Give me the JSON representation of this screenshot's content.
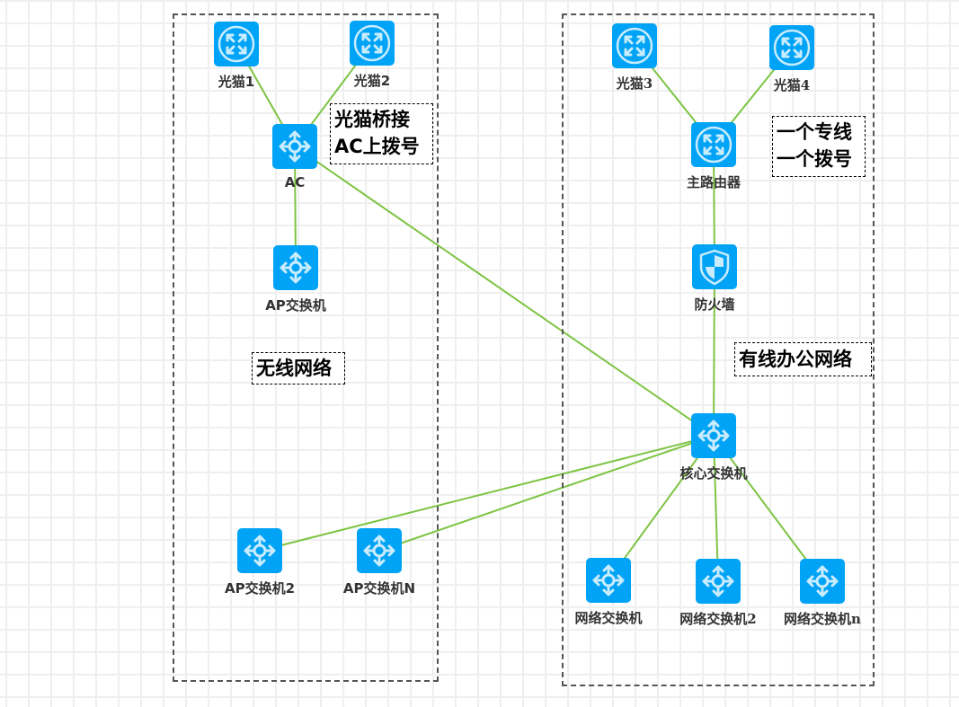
{
  "diagram": {
    "link_color": "#7dc443",
    "icon_color": "#00a3f5",
    "icon_glyph_color": "#c9ecff",
    "groups": [
      {
        "id": "wireless",
        "name": "wireless-network-group"
      },
      {
        "id": "wired",
        "name": "wired-office-network-group"
      }
    ],
    "notes": {
      "wireless_bridge": {
        "line1": "光猫桥接",
        "line2_prefix": "AC",
        "line2_suffix": "上拨号"
      },
      "wired_lines": {
        "line1": "一个专线",
        "line2": "一个拨号"
      },
      "wireless_title": "无线网络",
      "wired_title": "有线办公网络"
    },
    "nodes": [
      {
        "id": "modem1",
        "label": "光猫1",
        "icon": "router-icon"
      },
      {
        "id": "modem2",
        "label": "光猫2",
        "icon": "router-icon"
      },
      {
        "id": "ac",
        "label": "AC",
        "icon": "switch-icon"
      },
      {
        "id": "ap_switch",
        "label": "AP交换机",
        "icon": "switch-icon"
      },
      {
        "id": "ap_switch2",
        "label": "AP交换机2",
        "icon": "switch-icon"
      },
      {
        "id": "ap_switchN",
        "label": "AP交换机N",
        "icon": "switch-icon"
      },
      {
        "id": "modem3",
        "label": "光猫3",
        "icon": "router-icon"
      },
      {
        "id": "modem4",
        "label": "光猫4",
        "icon": "router-icon"
      },
      {
        "id": "main_router",
        "label": "主路由器",
        "icon": "router-icon"
      },
      {
        "id": "firewall",
        "label": "防火墙",
        "icon": "firewall-icon"
      },
      {
        "id": "core_switch",
        "label": "核心交换机",
        "icon": "switch-icon"
      },
      {
        "id": "net_switch",
        "label": "网络交换机",
        "icon": "switch-icon"
      },
      {
        "id": "net_switch2",
        "label": "网络交换机2",
        "icon": "switch-icon"
      },
      {
        "id": "net_switchn",
        "label": "网络交换机n",
        "icon": "switch-icon"
      }
    ],
    "links": [
      [
        "modem1",
        "ac"
      ],
      [
        "modem2",
        "ac"
      ],
      [
        "ac",
        "ap_switch"
      ],
      [
        "ac",
        "core_switch"
      ],
      [
        "modem3",
        "main_router"
      ],
      [
        "modem4",
        "main_router"
      ],
      [
        "main_router",
        "firewall"
      ],
      [
        "firewall",
        "core_switch"
      ],
      [
        "core_switch",
        "ap_switch2"
      ],
      [
        "core_switch",
        "ap_switchN"
      ],
      [
        "core_switch",
        "net_switch"
      ],
      [
        "core_switch",
        "net_switch2"
      ],
      [
        "core_switch",
        "net_switchn"
      ]
    ]
  }
}
